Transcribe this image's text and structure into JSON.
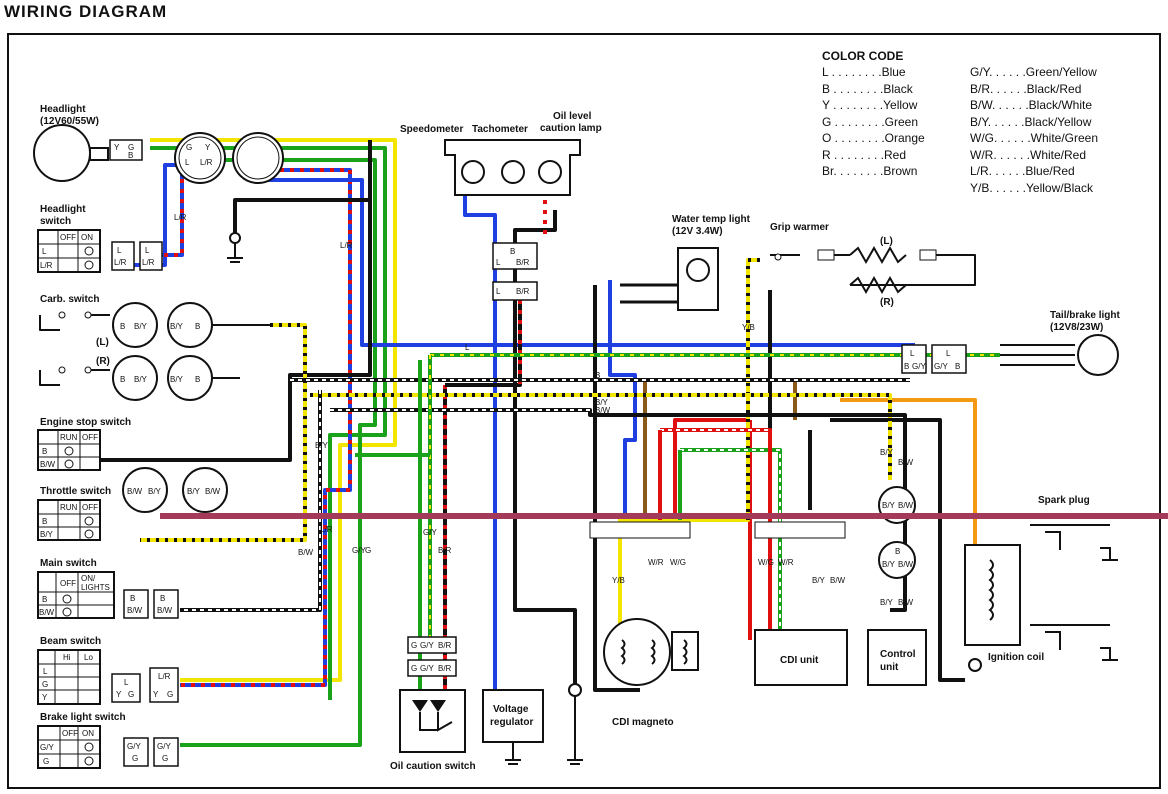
{
  "title": "WIRING DIAGRAM",
  "color_code": {
    "heading": "COLOR CODE",
    "left": [
      "L . . . . . . . .Blue",
      "B . . . . . . . .Black",
      "Y . . . . . . . .Yellow",
      "G . . . . . . . .Green",
      "O . . . . . . . .Orange",
      "R . . . . . . . .Red",
      "Br. . . . . . . .Brown"
    ],
    "right": [
      "G/Y. . . . . .Green/Yellow",
      "B/R. . . . . .Black/Red",
      "B/W. . . . . .Black/White",
      "B/Y. . . . . .Black/Yellow",
      "W/G. . . . . .White/Green",
      "W/R. . . . . .White/Red",
      "L/R. . . . . .Blue/Red",
      "Y/B. . . . . .Yellow/Black"
    ]
  },
  "components": {
    "headlight": "Headlight",
    "headlight_spec": "(12V60/55W)",
    "headlight_switch_1": "Headlight",
    "headlight_switch_2": "switch",
    "carb_switch": "Carb. switch",
    "carb_l": "(L)",
    "carb_r": "(R)",
    "engine_stop": "Engine stop switch",
    "throttle": "Throttle switch",
    "main": "Main switch",
    "beam": "Beam switch",
    "brake": "Brake light switch",
    "speedometer": "Speedometer",
    "tachometer": "Tachometer",
    "oil_level_1": "Oil level",
    "oil_level_2": "caution lamp",
    "water_temp_1": "Water temp light",
    "water_temp_2": "(12V 3.4W)",
    "grip_warmer": "Grip warmer",
    "grip_l": "(L)",
    "grip_r": "(R)",
    "tail_1": "Tail/brake light",
    "tail_2": "(12V8/23W)",
    "spark_plug": "Spark plug",
    "voltage_1": "Voltage",
    "voltage_2": "regulator",
    "oil_caution": "Oil caution switch",
    "cdi_magneto": "CDI magneto",
    "cdi_unit": "CDI unit",
    "control_1": "Control",
    "control_2": "unit",
    "ignition_coil": "Ignition coil"
  },
  "switch_table": {
    "off": "OFF",
    "on": "ON",
    "run": "RUN",
    "on_lights_1": "ON/",
    "on_lights_2": "LIGHTS",
    "hi": "Hi",
    "lo": "Lo"
  },
  "wire_codes": {
    "L": "L",
    "B": "B",
    "Y": "Y",
    "G": "G",
    "LR": "L/R",
    "BR": "B/R",
    "BY": "B/Y",
    "BW": "B/W",
    "GY": "G/Y",
    "WR": "W/R",
    "WG": "W/G",
    "YB": "Y/B"
  }
}
